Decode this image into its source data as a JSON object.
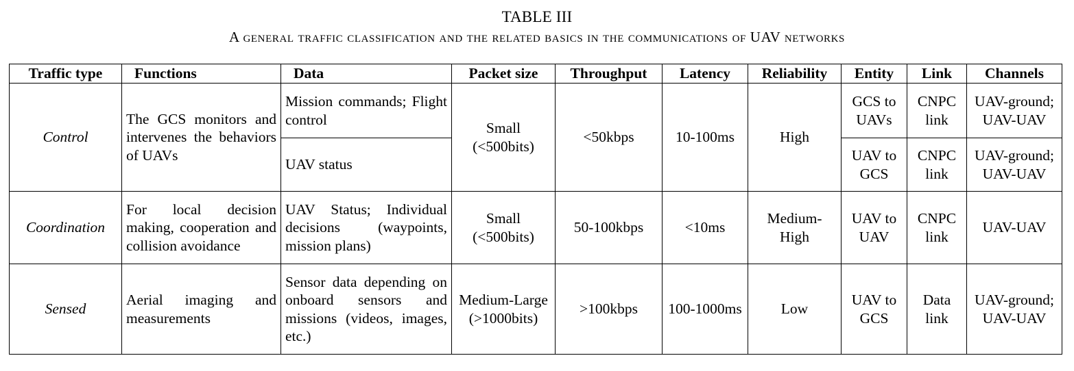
{
  "caption": {
    "label": "TABLE III",
    "title": "A general traffic classification and the related basics in the communications of UAV networks"
  },
  "headers": [
    "Traffic type",
    "Functions",
    "Data",
    "Packet size",
    "Throughput",
    "Latency",
    "Reliability",
    "Entity",
    "Link",
    "Channels"
  ],
  "control": {
    "type": "Control",
    "functions": "The GCS monitors and intervenes the behaviors of UAVs",
    "data_1": "Mission commands; Flight control",
    "data_2": "UAV status",
    "packet_size": "Small (<500bits)",
    "throughput": "<50kbps",
    "latency": "10-100ms",
    "reliability": "High",
    "entity_1": "GCS to UAVs",
    "entity_2": "UAV to GCS",
    "link_1": "CNPC link",
    "link_2": "CNPC link",
    "channels_1": "UAV-ground; UAV-UAV",
    "channels_2": "UAV-ground; UAV-UAV"
  },
  "coordination": {
    "type": "Coordination",
    "functions": "For local decision making, cooperation and collision avoidance",
    "data": "UAV Status; Individual decisions (waypoints, mission plans)",
    "packet_size": "Small (<500bits)",
    "throughput": "50-100kbps",
    "latency": "<10ms",
    "reliability": "Medium-High",
    "entity": "UAV to UAV",
    "link": "CNPC link",
    "channels": "UAV-UAV"
  },
  "sensed": {
    "type": "Sensed",
    "functions": "Aerial imaging and measurements",
    "data": "Sensor data depending on onboard sensors and missions (videos, images, etc.)",
    "packet_size": "Medium-Large (>1000bits)",
    "throughput": ">100kbps",
    "latency": "100-1000ms",
    "reliability": "Low",
    "entity": "UAV to GCS",
    "link": "Data link",
    "channels": "UAV-ground; UAV-UAV"
  }
}
